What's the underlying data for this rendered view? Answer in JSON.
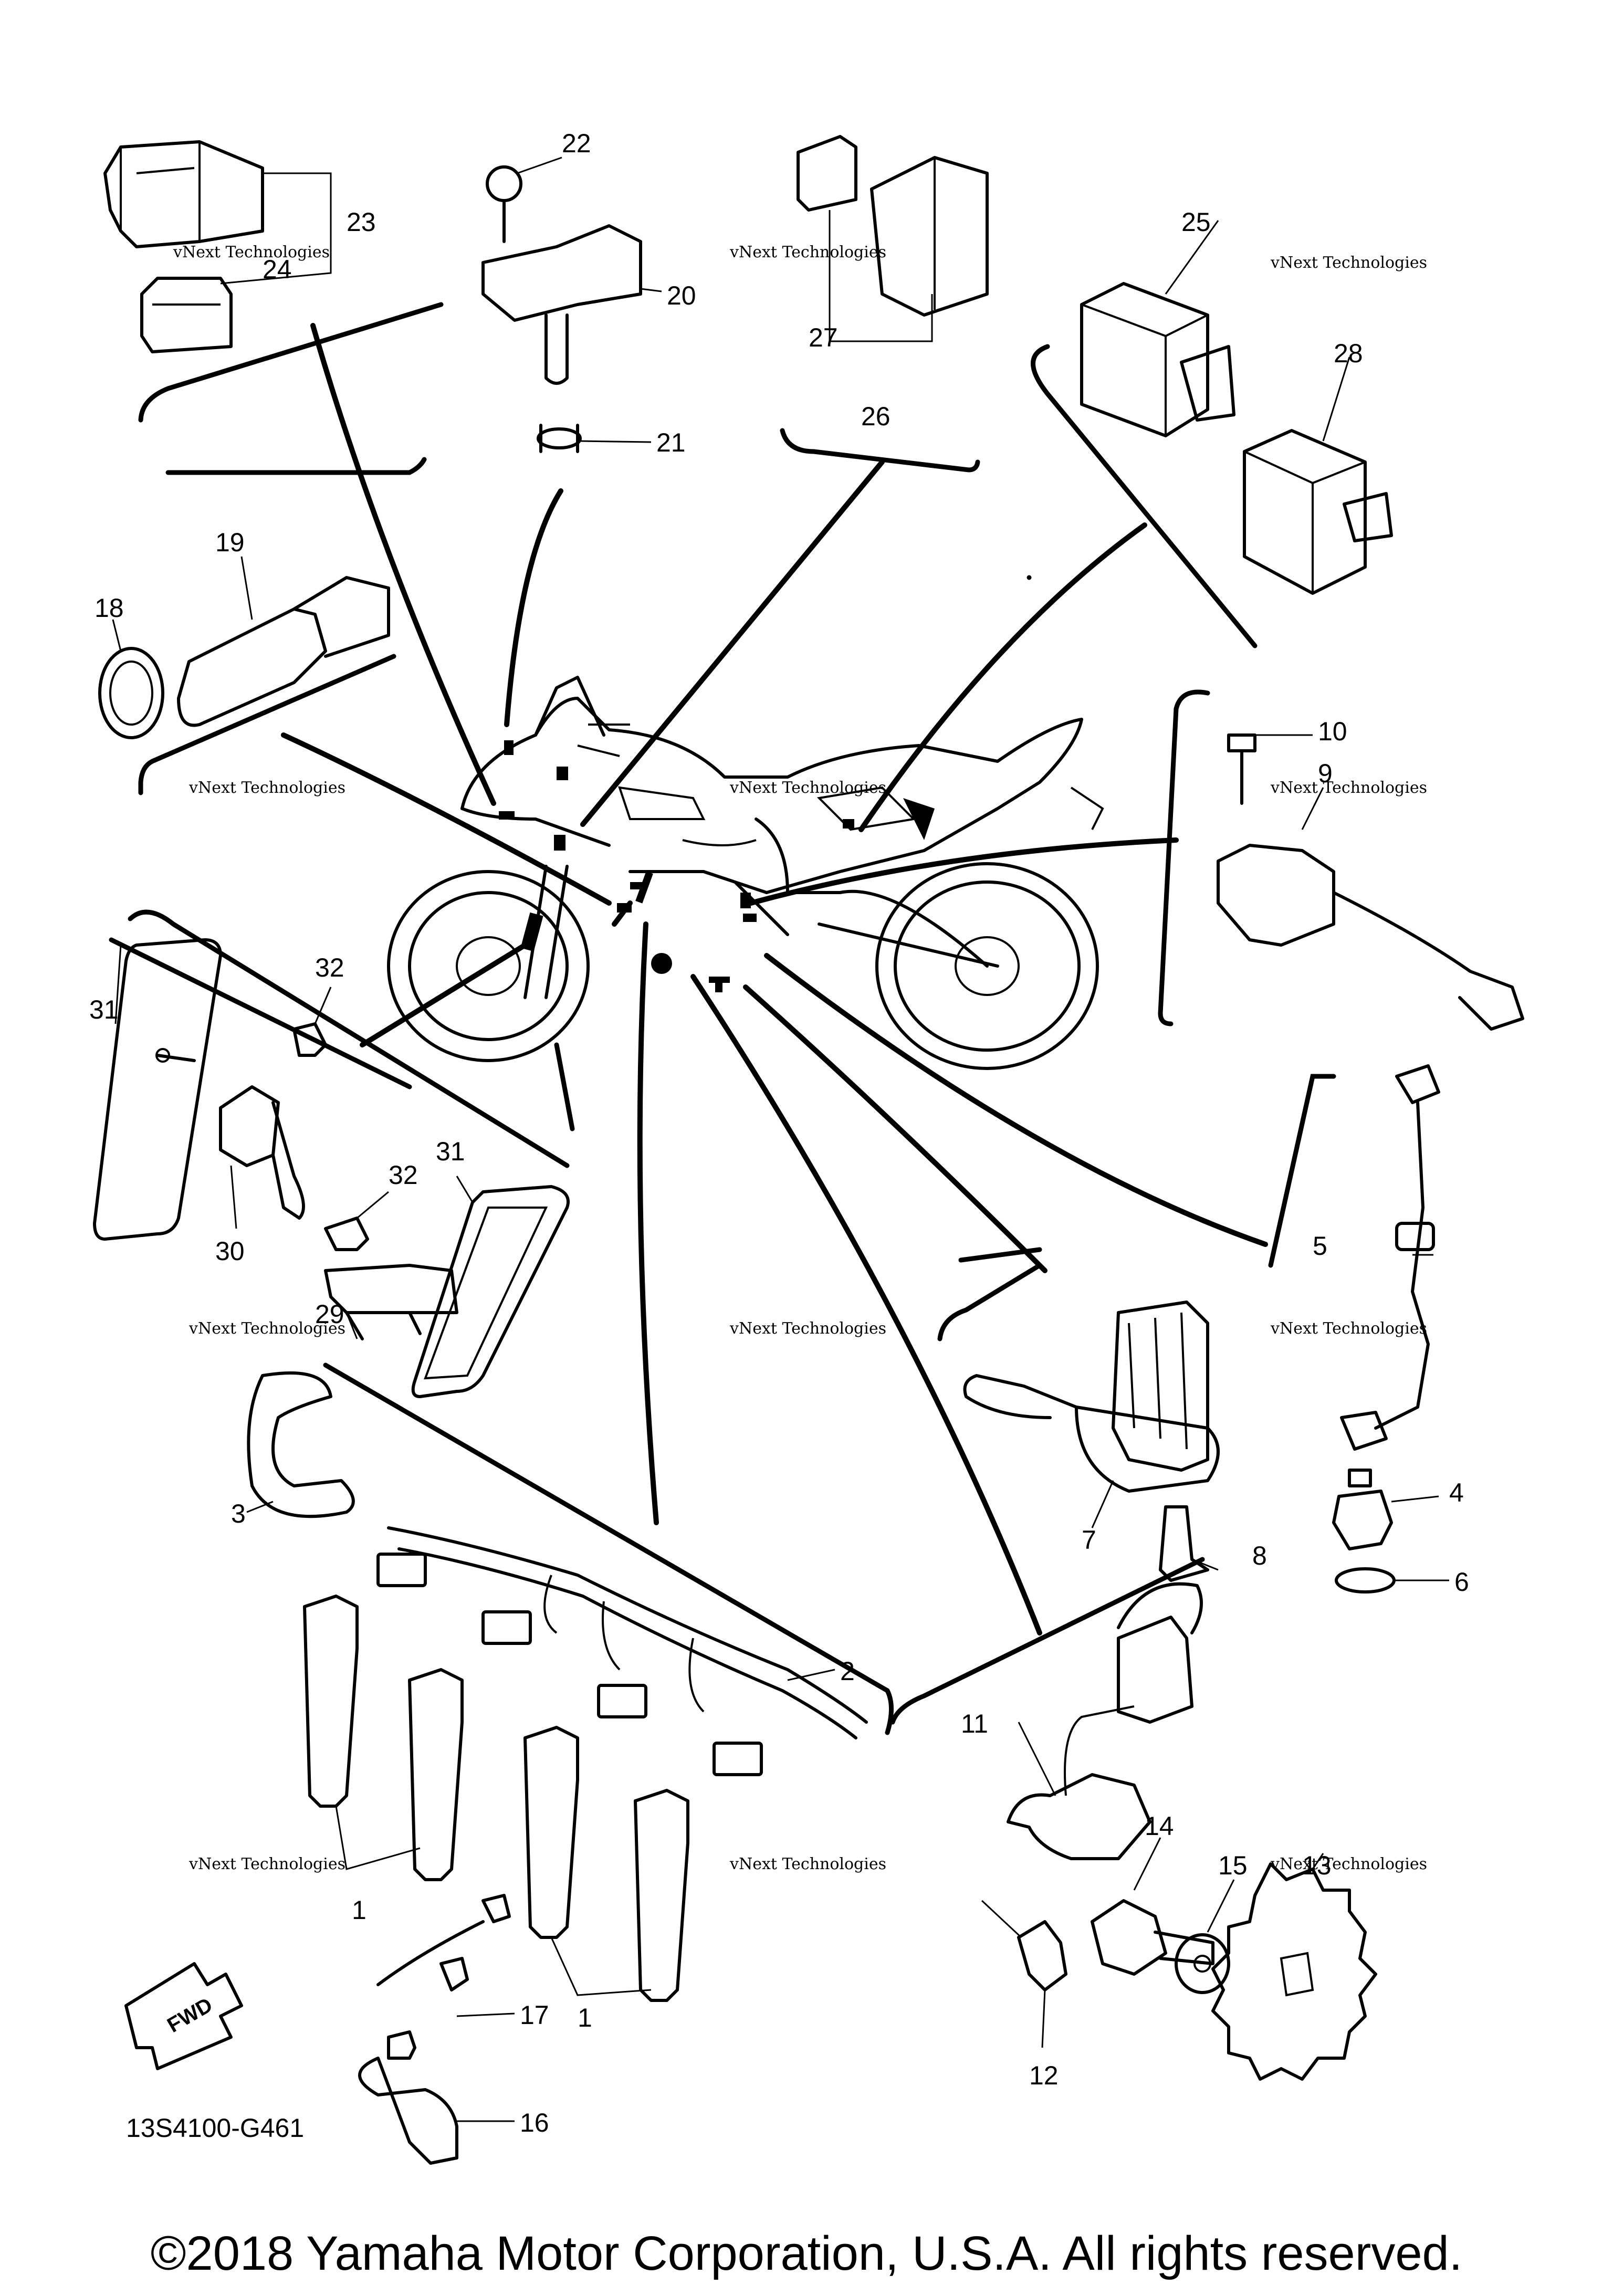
{
  "diagram_code": "13S4100-G461",
  "fwd_label": "FWD",
  "copyright": "©2018 Yamaha Motor Corporation, U.S.A. All rights reserved.",
  "watermark": {
    "line1": "vNext Technologies",
    "line2": "Technologies",
    "line3": "vNext"
  },
  "callouts": {
    "c1a": "1",
    "c1b": "1",
    "c2": "2",
    "c3": "3",
    "c4": "4",
    "c5": "5",
    "c6": "6",
    "c7": "7",
    "c8": "8",
    "c9": "9",
    "c10": "10",
    "c11": "11",
    "c12": "12",
    "c13": "13",
    "c14": "14",
    "c15": "15",
    "c16": "16",
    "c17": "17",
    "c18": "18",
    "c19": "19",
    "c20": "20",
    "c21": "21",
    "c22": "22",
    "c23": "23",
    "c24": "24",
    "c25": "25",
    "c26": "26",
    "c27": "27",
    "c28": "28",
    "c29": "29",
    "c30": "30",
    "c31a": "31",
    "c31b": "31",
    "c32a": "32",
    "c32b": "32"
  }
}
